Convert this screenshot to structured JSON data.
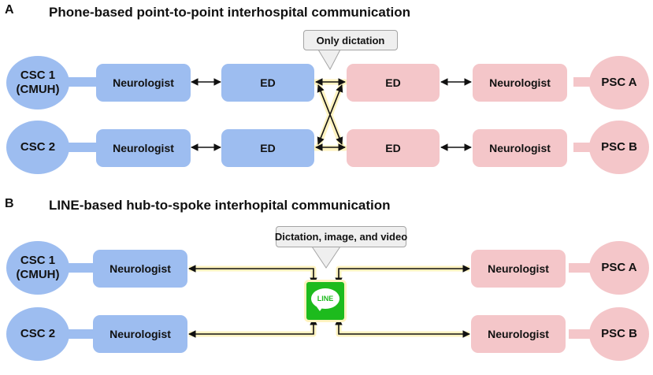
{
  "panel_a": {
    "letter": "A",
    "title": "Phone-based point-to-point interhospital communication",
    "callout": "Only dictation",
    "csc1": "CSC 1\n(CMUH)",
    "csc2": "CSC 2",
    "neurologist": "Neurologist",
    "ed": "ED",
    "psc_a": "PSC A",
    "psc_b": "PSC B"
  },
  "panel_b": {
    "letter": "B",
    "title": "LINE-based hub-to-spoke interhopital communication",
    "callout": "Dictation, image, and video",
    "csc1": "CSC 1\n(CMUH)",
    "csc2": "CSC 2",
    "neurologist": "Neurologist",
    "psc_a": "PSC A",
    "psc_b": "PSC B",
    "logo_text": "LINE"
  },
  "colors": {
    "csc_blue": "#9dbdf0",
    "psc_pink": "#f4c6c9",
    "highlight": "#fff3c0",
    "line_green": "#1dbb1d"
  }
}
